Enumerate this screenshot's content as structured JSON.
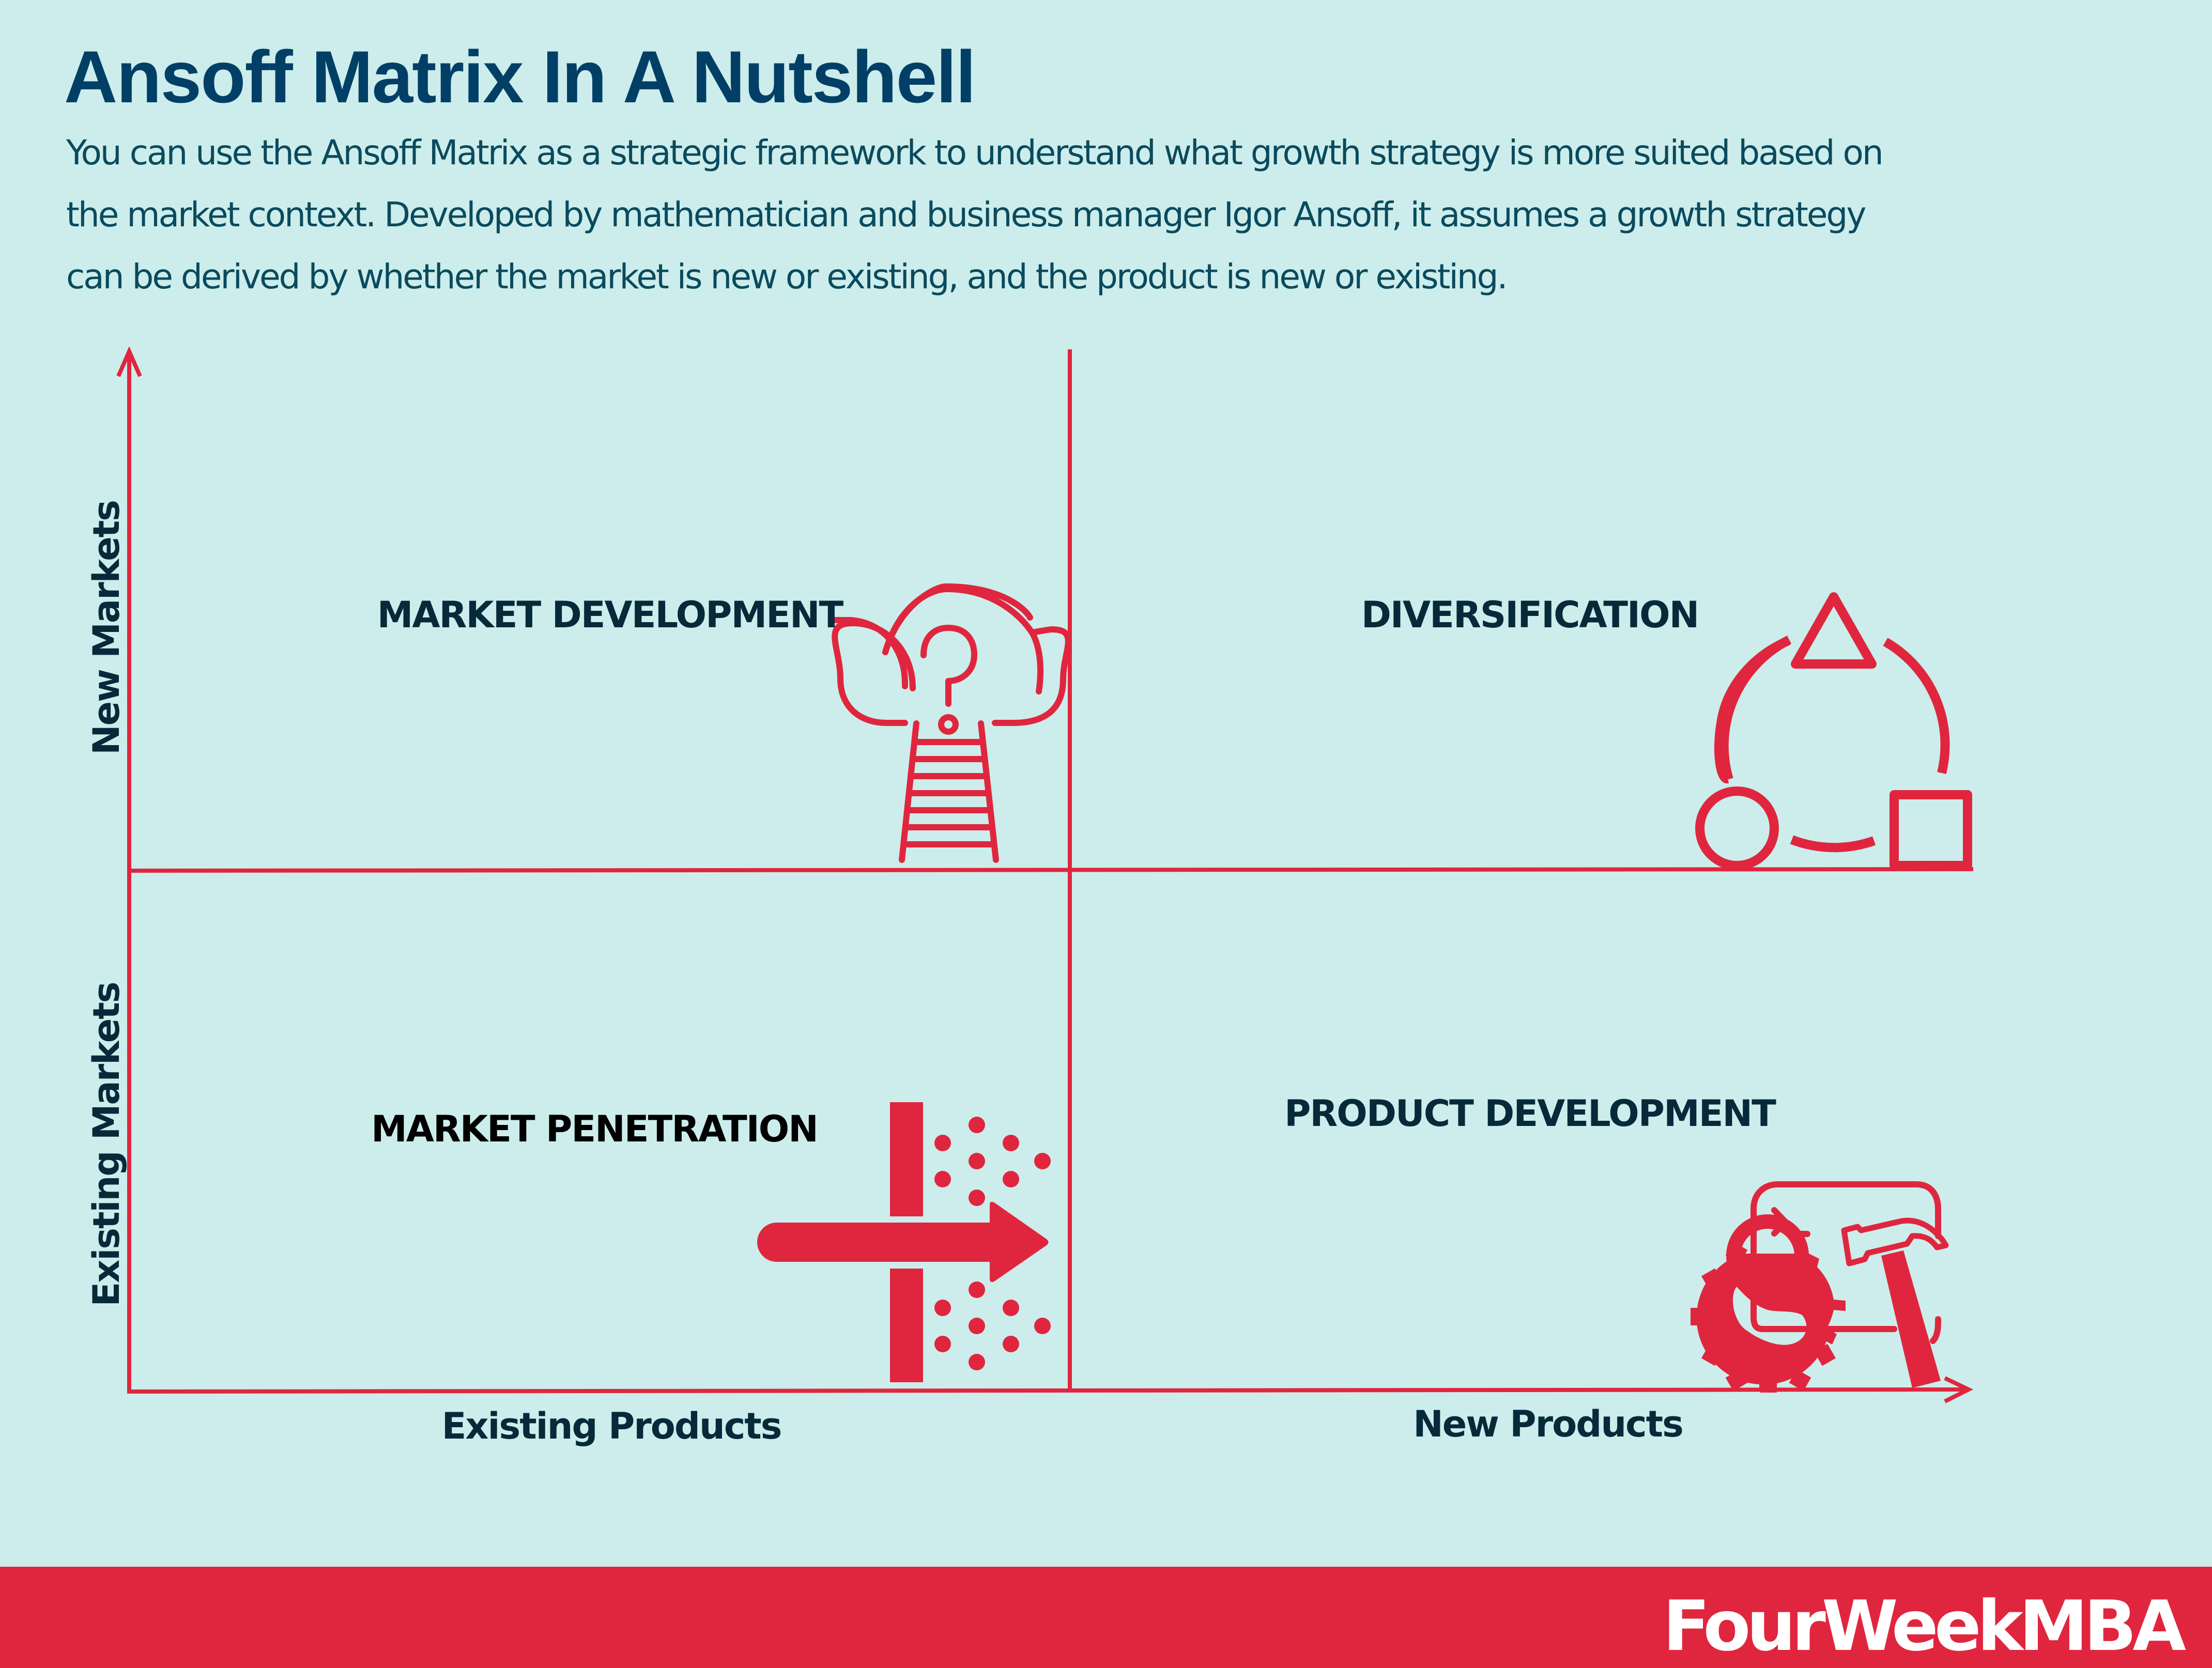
{
  "header": {
    "title": "Ansoff Matrix In A Nutshell",
    "intro_lines": [
      "You can use the Ansoff Matrix as a strategic framework to understand what growth strategy is more suited based on",
      "the market context. Developed by mathematician and business manager Igor Ansoff, it assumes a growth strategy",
      "can be derived by whether the market is new or existing, and the product is new or existing."
    ]
  },
  "matrix": {
    "y_axis": {
      "top_label": "New Markets",
      "bottom_label": "Existing Markets"
    },
    "x_axis": {
      "left_label": "Existing Products",
      "right_label": "New Products"
    },
    "quadrants": [
      {
        "position": "top-left",
        "label": "MARKET DEVELOPMENT",
        "icon": "cloud-question-ladder-icon"
      },
      {
        "position": "top-right",
        "label": "DIVERSIFICATION",
        "icon": "shapes-cycle-icon"
      },
      {
        "position": "bottom-left",
        "label": "MARKET PENETRATION",
        "icon": "arrow-through-barrier-icon"
      },
      {
        "position": "bottom-right",
        "label": "PRODUCT DEVELOPMENT",
        "icon": "terminal-gear-hammer-icon"
      }
    ]
  },
  "colors": {
    "background": "#CCEDEB",
    "accent": "#E0263E",
    "title": "#023F66",
    "text": "#062A3A"
  },
  "footer": {
    "brand": "FourWeekMBA"
  }
}
